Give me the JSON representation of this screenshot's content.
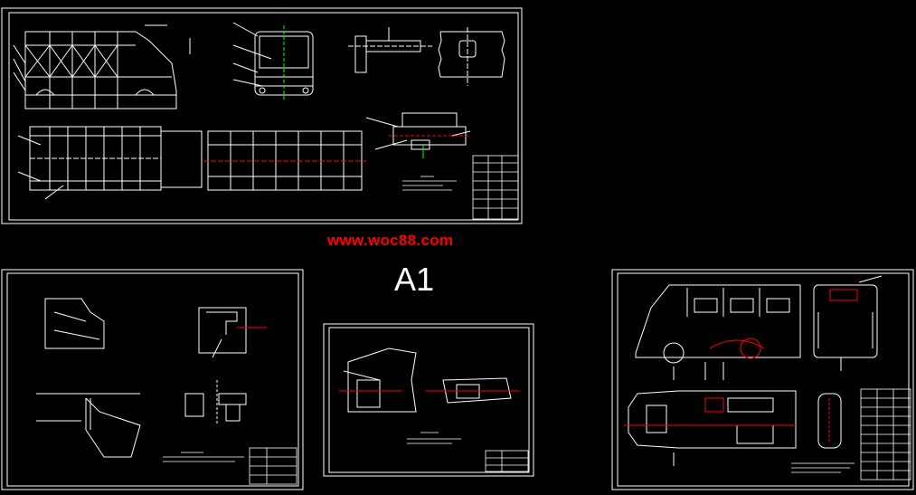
{
  "watermark": {
    "text": "www.woc88.com",
    "color": "#ff0000"
  },
  "sheet_size_label": "A1",
  "colors": {
    "background": "#000000",
    "lines": "#ffffff",
    "accent": "#ff0000",
    "centerline": "#00ff00"
  },
  "sheets": [
    {
      "id": "sheet-top",
      "content": "vehicle body frame drawing: side view, front view, plan view, sections, title block"
    },
    {
      "id": "sheet-bottom-left",
      "content": "detail drawings with notes and title block"
    },
    {
      "id": "sheet-bottom-middle",
      "content": "detail drawing with notes and title block"
    },
    {
      "id": "sheet-bottom-right",
      "content": "vehicle assembly drawing: side view, rear view, plan view, title block"
    }
  ]
}
